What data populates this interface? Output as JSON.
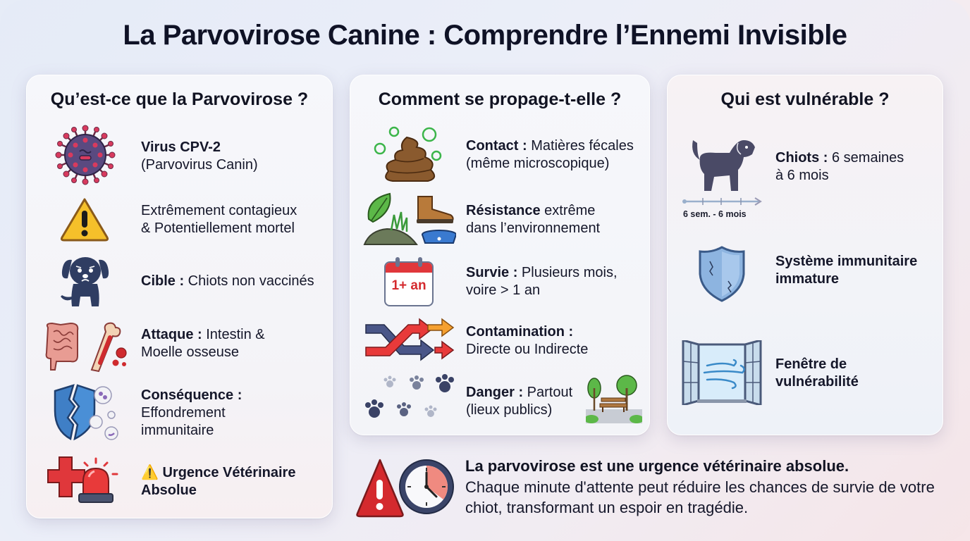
{
  "page": {
    "title": "La Parvovirose Canine : Comprendre l’Ennemi Invisible"
  },
  "colors": {
    "text_dark": "#111322",
    "virus_purple": "#5a4a80",
    "virus_spike": "#d83a5e",
    "warning_yellow": "#f5c02a",
    "puppy_navy": "#2f3d62",
    "alert_red": "#e0373b",
    "shield_blue": "#4a86c8"
  },
  "cards": [
    {
      "heading": "Qu’est-ce que la Parvovirose ?",
      "items": [
        {
          "icon": "virus-icon",
          "bold": "Virus CPV-2",
          "line2": "(Parvovirus Canin)"
        },
        {
          "icon": "warning-triangle-icon",
          "line1": "Extrêmement contagieux",
          "line2": "& Potentiellement mortel"
        },
        {
          "icon": "sad-puppy-icon",
          "bold": "Cible :",
          "rest": " Chiots non vaccinés"
        },
        {
          "icon": "intestine-bone-icon",
          "bold": "Attaque :",
          "rest": " Intestin &",
          "line2": "Moelle osseuse"
        },
        {
          "icon": "broken-shield-cells-icon",
          "bold": "Conséquence :",
          "line2": "Effondrement",
          "line3": "immunitaire"
        },
        {
          "icon": "medical-siren-icon",
          "badge": "⚠️",
          "bold": "Urgence Vétérinaire",
          "bold2": "Absolue"
        }
      ]
    },
    {
      "heading": "Comment se propage-t-elle ?",
      "items": [
        {
          "icon": "feces-biohazard-icon",
          "bold": "Contact :",
          "rest": " Matières fécales",
          "line2": "(même microscopique)"
        },
        {
          "icon": "environment-objects-icon",
          "bold": "Résistance",
          "rest": " extrême",
          "line2": "dans l’environnement"
        },
        {
          "icon": "calendar-icon",
          "calendar_label": "1+ an",
          "bold": "Survie :",
          "rest": " Plusieurs mois,",
          "line2": "voire > 1 an"
        },
        {
          "icon": "crossing-arrows-icon",
          "bold": "Contamination :",
          "line2": "Directe ou Indirecte"
        },
        {
          "icon": "paw-prints-icon",
          "bold": "Danger :",
          "rest": " Partout",
          "line2": "(lieux publics)",
          "extra_icon": "park-bench-icon"
        }
      ]
    },
    {
      "heading": "Qui est vulnérable ?",
      "items": [
        {
          "icon": "puppy-icon",
          "timeline_label": "6 sem. - 6 mois",
          "bold": "Chiots :",
          "rest": " 6 semaines",
          "line2": "à 6 mois"
        },
        {
          "icon": "cracked-shield-icon",
          "bold": "Système immunitaire",
          "bold2": "immature"
        },
        {
          "icon": "open-window-icon",
          "bold": "Fenêtre de",
          "bold2": "vulnérabilité"
        }
      ]
    }
  ],
  "bottom_banner": {
    "icon": "alert-clock-icon",
    "headline": "La parvovirose est une urgence vétérinaire absolue.",
    "body": "Chaque minute d'attente peut réduire les chances de survie de votre chiot, transformant un espoir en tragédie."
  }
}
